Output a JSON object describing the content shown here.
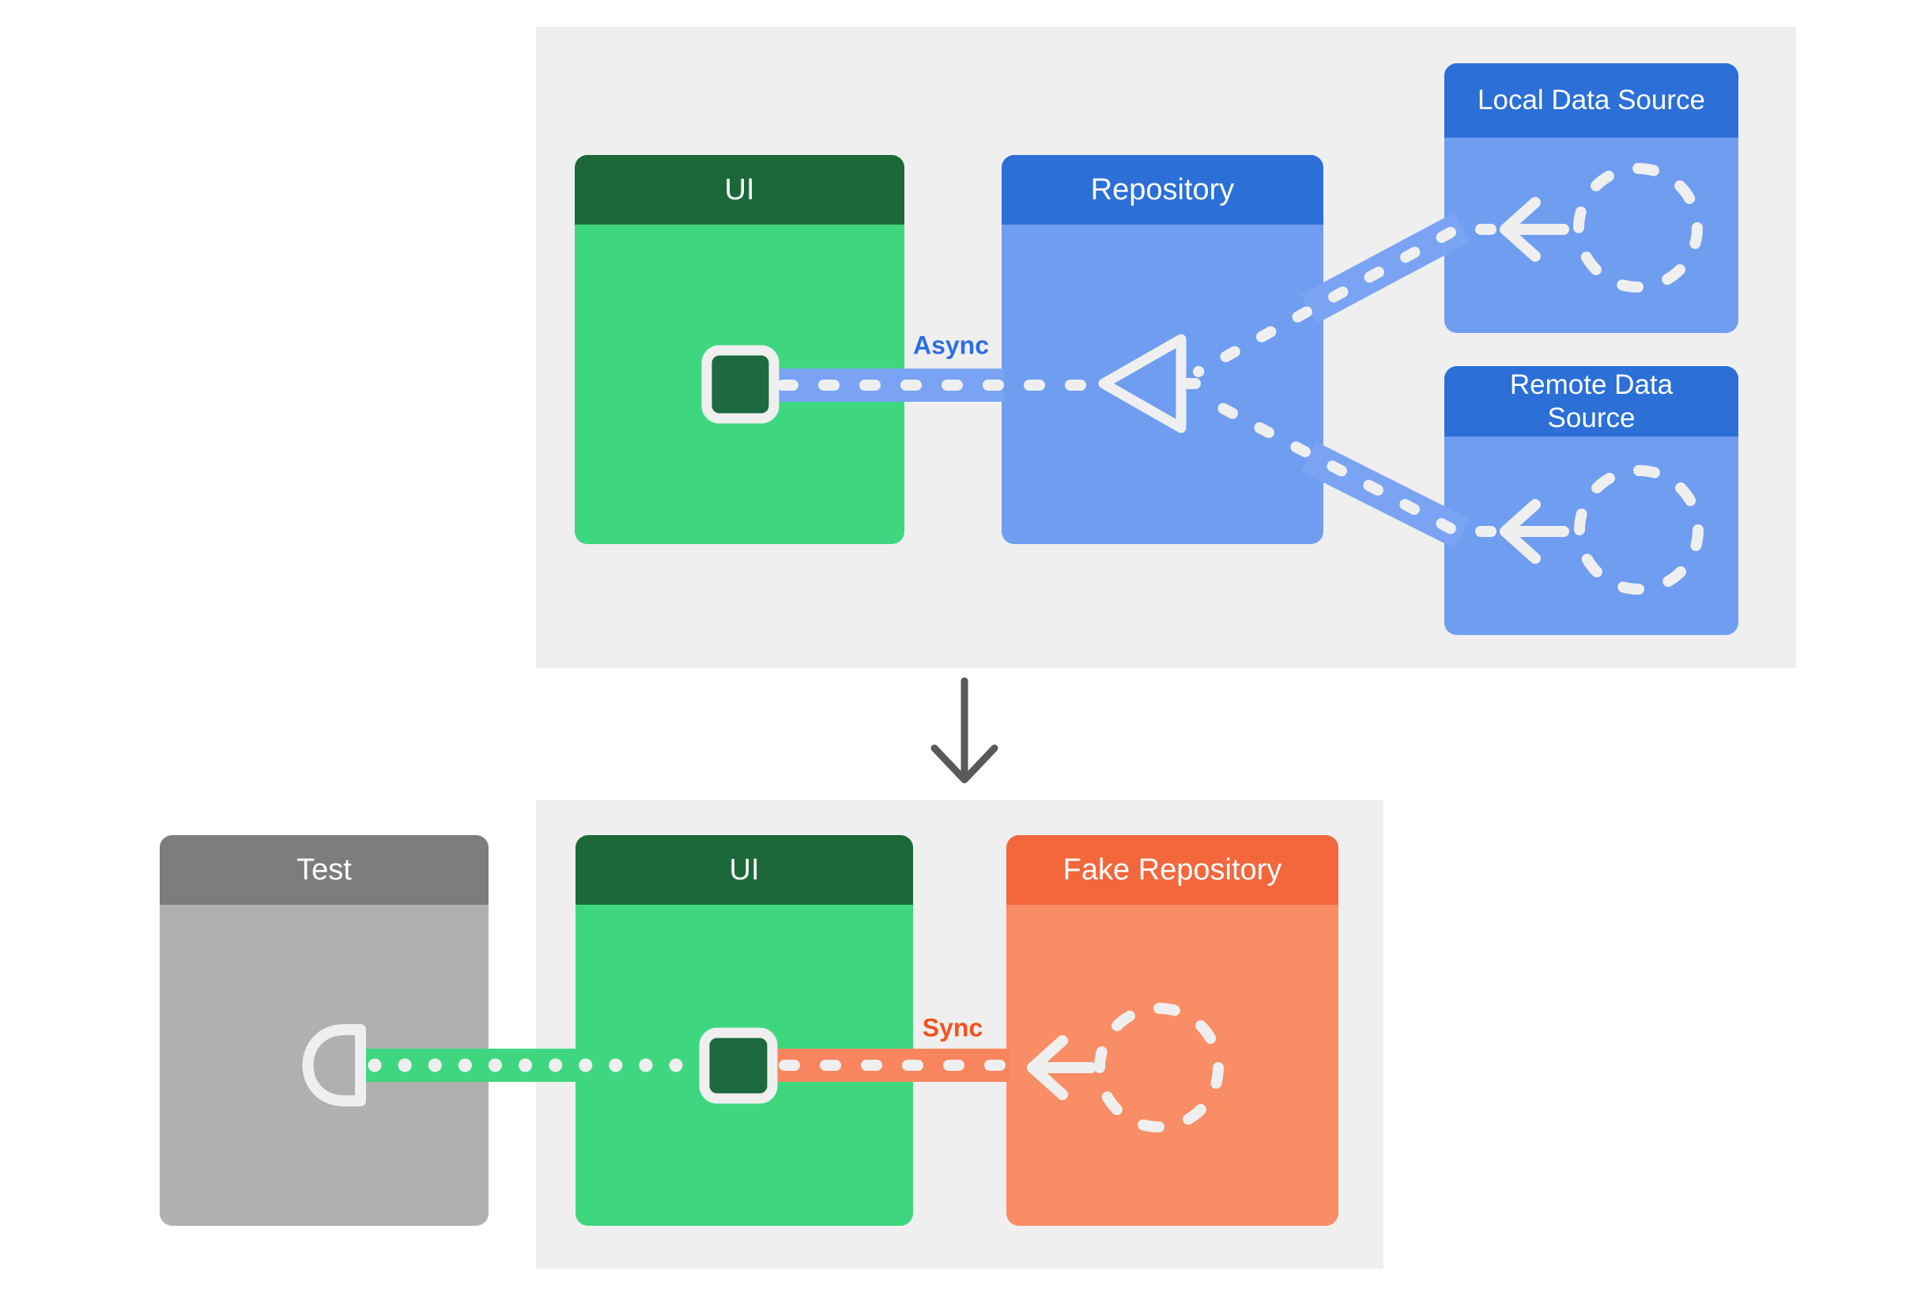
{
  "diagram": {
    "production_section": {
      "ui_box": {
        "title": "UI"
      },
      "repository_box": {
        "title": "Repository"
      },
      "local_data_source_box": {
        "title": "Local Data Source"
      },
      "remote_data_source_box": {
        "title": "Remote Data Source"
      },
      "connection_label": "Async"
    },
    "test_section": {
      "test_box": {
        "title": "Test"
      },
      "ui_box": {
        "title": "UI"
      },
      "fake_repository_box": {
        "title": "Fake Repository"
      },
      "connection_label": "Sync"
    },
    "icons": [
      "ui-state-square-icon",
      "observer-triangle-icon",
      "data-source-dashed-circle-icon",
      "arrow-left-icon",
      "test-socket-icon",
      "flow-down-arrow-icon"
    ],
    "colors": {
      "panel_background": "#efefef",
      "green_header": "#1d6839",
      "green_body": "#3ed780",
      "blue_header": "#2b6fd7",
      "blue_body": "#6f9df0",
      "blue_band": "#7aa4f3",
      "orange_header": "#f2673c",
      "orange_body": "#f98d66",
      "orange_band": "#f9855f",
      "gray_header": "#7d7d7d",
      "gray_body": "#b0b0b0",
      "async_label": "#2d6fe1",
      "sync_label": "#f4521f",
      "connector_stroke": "#efefef",
      "down_arrow": "#59595b"
    }
  }
}
